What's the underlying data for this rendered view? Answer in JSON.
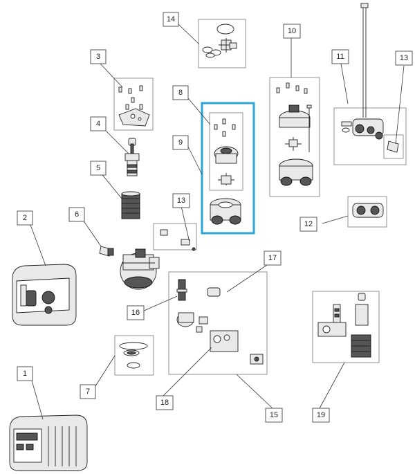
{
  "callouts": [
    {
      "id": "1",
      "label": "1"
    },
    {
      "id": "2",
      "label": "2"
    },
    {
      "id": "3",
      "label": "3"
    },
    {
      "id": "4",
      "label": "4"
    },
    {
      "id": "5",
      "label": "5"
    },
    {
      "id": "6",
      "label": "6"
    },
    {
      "id": "7",
      "label": "7"
    },
    {
      "id": "8",
      "label": "8"
    },
    {
      "id": "9",
      "label": "9"
    },
    {
      "id": "10",
      "label": "10"
    },
    {
      "id": "11",
      "label": "11"
    },
    {
      "id": "12",
      "label": "12"
    },
    {
      "id": "13a",
      "label": "13"
    },
    {
      "id": "13b",
      "label": "13"
    },
    {
      "id": "14",
      "label": "14"
    },
    {
      "id": "15",
      "label": "15"
    },
    {
      "id": "16",
      "label": "16"
    },
    {
      "id": "17",
      "label": "17"
    },
    {
      "id": "18",
      "label": "18"
    },
    {
      "id": "19",
      "label": "19"
    }
  ],
  "colors": {
    "highlight": "#2aa7d8",
    "line": "#222222",
    "part_fill": "#e9e9e9"
  }
}
